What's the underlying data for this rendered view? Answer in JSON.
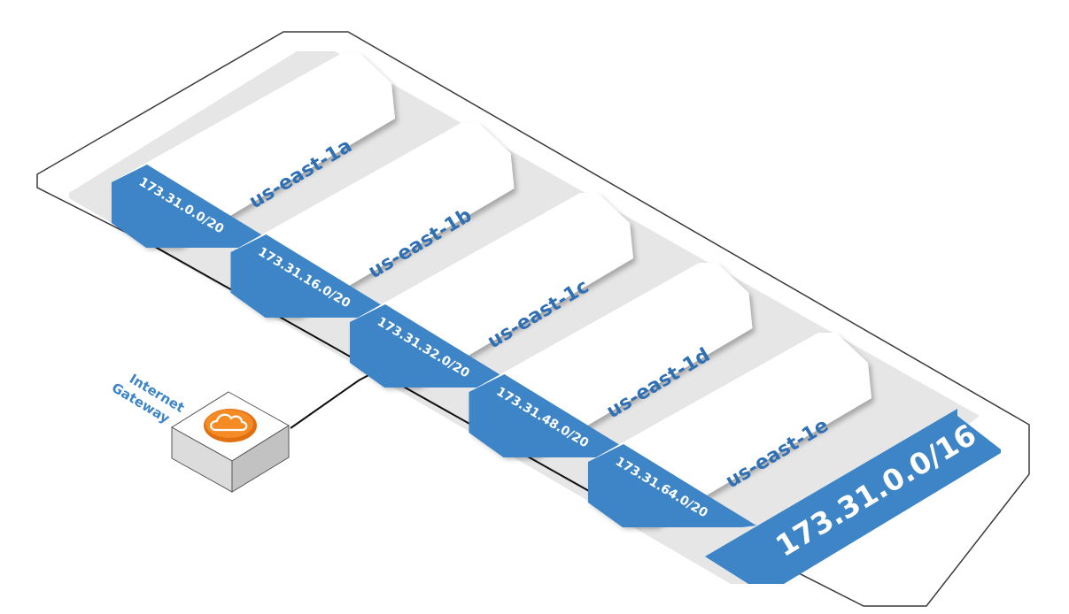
{
  "vpc": {
    "cidr": "173.31.0.0/16"
  },
  "gateway": {
    "line1": "Internet",
    "line2": "Gateway",
    "icon": "cloud-icon",
    "icon_color": "#f07f1a"
  },
  "subnets": [
    {
      "zone": "us-east-1a",
      "cidr": "173.31.0.0/20"
    },
    {
      "zone": "us-east-1b",
      "cidr": "173.31.16.0/20"
    },
    {
      "zone": "us-east-1c",
      "cidr": "173.31.32.0/20"
    },
    {
      "zone": "us-east-1d",
      "cidr": "173.31.48.0/20"
    },
    {
      "zone": "us-east-1e",
      "cidr": "173.31.64.0/20"
    }
  ],
  "colors": {
    "accent_blue": "#3d85c6",
    "zone_text_blue": "#2f6fb4",
    "outline": "#3a3a3a",
    "vpc_fill": "#e6e6e6",
    "card_fill": "#ffffff"
  }
}
